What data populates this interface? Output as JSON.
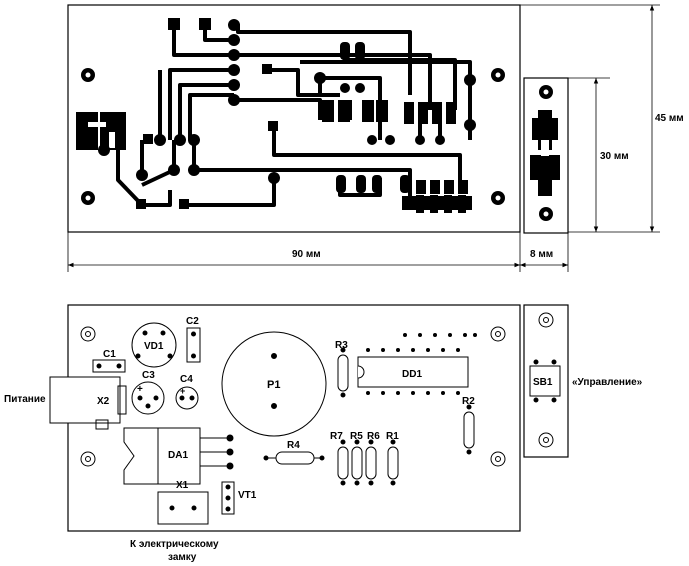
{
  "dimensions": {
    "width": "90 мм",
    "height": "45 мм",
    "button_width": "8 мм",
    "button_height": "30 мм"
  },
  "assembly": {
    "power_label": "Питание",
    "control_label": "«Управление»",
    "lock_label_line1": "К электрическому",
    "lock_label_line2": "замку"
  },
  "components": {
    "vd1": "VD1",
    "c1": "C1",
    "c2": "C2",
    "c3": "C3",
    "c4": "C4",
    "x2": "X2",
    "p1": "P1",
    "r3": "R3",
    "dd1": "DD1",
    "r2": "R2",
    "da1": "DA1",
    "r4": "R4",
    "r7": "R7",
    "r5": "R5",
    "r6": "R6",
    "r1": "R1",
    "x1": "X1",
    "vt1": "VT1",
    "sb1": "SB1"
  },
  "polarity": {
    "plus": "+"
  }
}
